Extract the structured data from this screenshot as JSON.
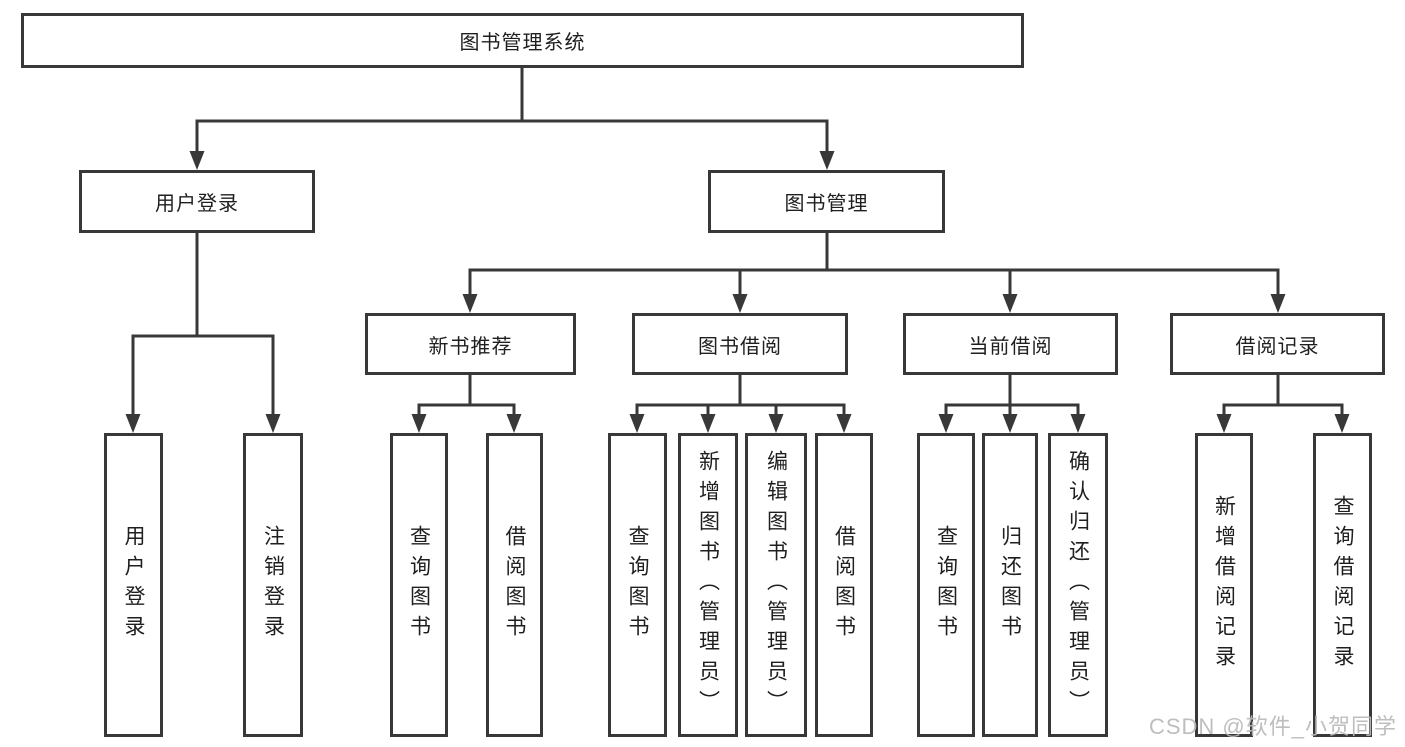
{
  "colors": {
    "line": "#383838",
    "box_border": "#383838",
    "box_fill": "#ffffff",
    "text": "#1f1f1f",
    "watermark": "#b9b9b9",
    "background": "#ffffff"
  },
  "tree": {
    "root": "图书管理系统",
    "branches": [
      {
        "label": "用户登录",
        "children": [
          "用户登录",
          "注销登录"
        ]
      },
      {
        "label": "图书管理",
        "groups": [
          {
            "label": "新书推荐",
            "children": [
              "查询图书",
              "借阅图书"
            ]
          },
          {
            "label": "图书借阅",
            "children": [
              "查询图书",
              "新增图书（管理员）",
              "编辑图书（管理员）",
              "借阅图书"
            ]
          },
          {
            "label": "当前借阅",
            "children": [
              "查询图书",
              "归还图书",
              "确认归还（管理员）"
            ]
          },
          {
            "label": "借阅记录",
            "children": [
              "新增借阅记录",
              "查询借阅记录"
            ]
          }
        ]
      }
    ]
  },
  "watermark": "CSDN @软件_小贺同学"
}
